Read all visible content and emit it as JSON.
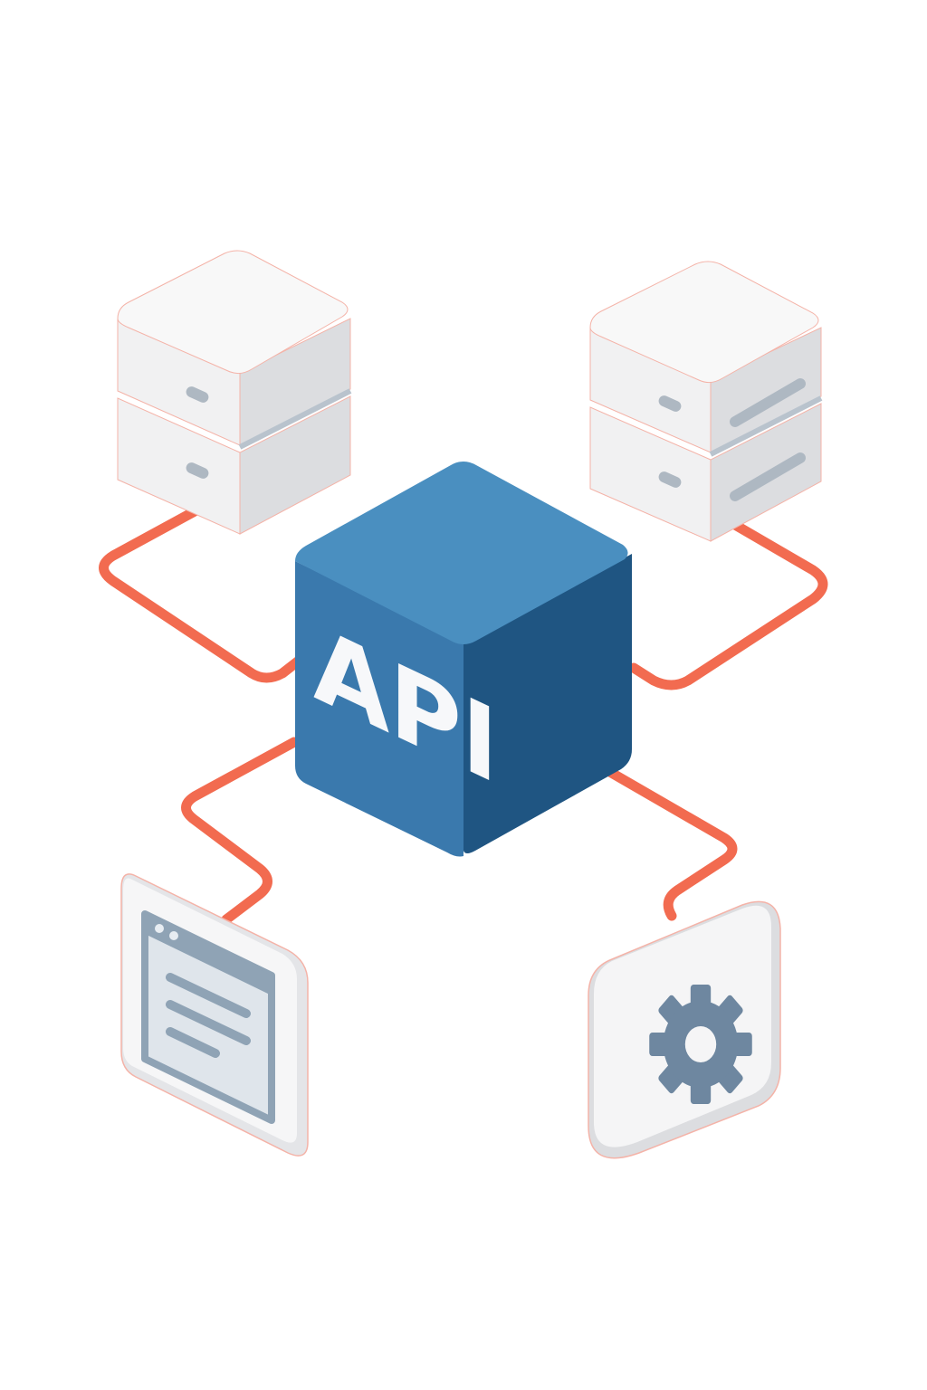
{
  "diagram": {
    "center_node": {
      "label": "API",
      "colors": {
        "top": "#4a8fc0",
        "front": "#3a79ad",
        "side": "#1f5582"
      }
    },
    "connector_color": "#f26b50",
    "nodes": [
      {
        "id": "server-left",
        "icon": "database-server-icon"
      },
      {
        "id": "server-right",
        "icon": "database-server-icon"
      },
      {
        "id": "app-window",
        "icon": "browser-window-icon"
      },
      {
        "id": "settings",
        "icon": "gear-icon"
      }
    ],
    "colors": {
      "tile_face": "#f5f5f5",
      "tile_side": "#dcdde0",
      "tile_outline": "#f4b3a8",
      "icon_gray": "#8fa3b5",
      "gear": "#6e87a0"
    }
  }
}
